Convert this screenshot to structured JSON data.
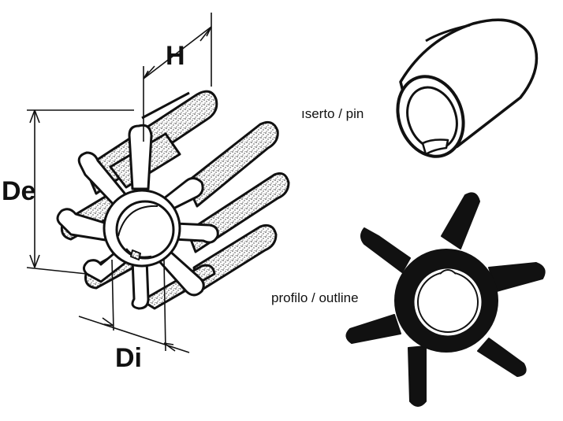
{
  "labels": {
    "height": "H",
    "outer_diameter": "De",
    "inner_diameter": "Di",
    "pin_caption": "ıserto / pin",
    "outline_caption": "profilo / outline"
  },
  "colors": {
    "ink": "#111111",
    "paper": "#ffffff",
    "stipple": "#b5b5b5"
  },
  "impeller": {
    "vanes": 8,
    "outline_vanes": 6
  }
}
